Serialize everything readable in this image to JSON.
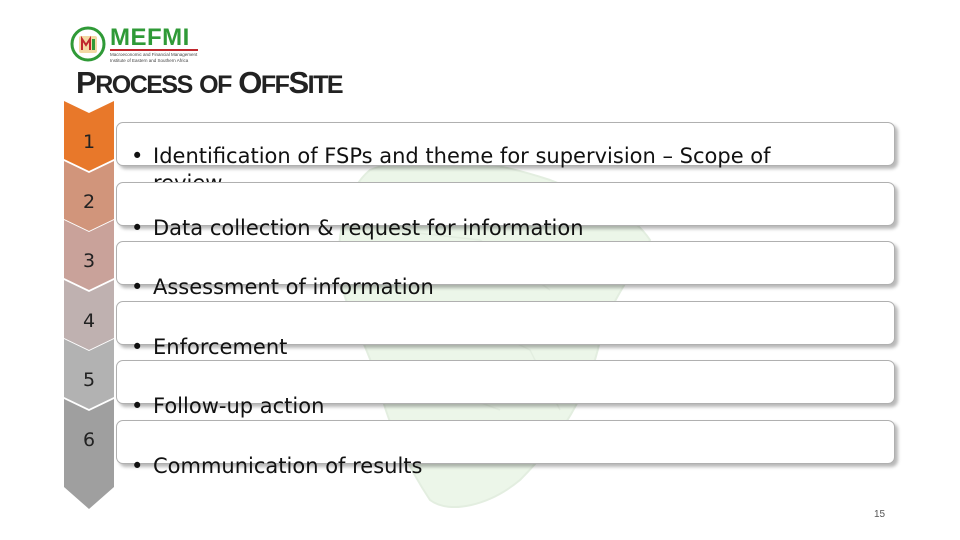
{
  "logo": {
    "wordmark": "MEFMI",
    "tagline": "Macroeconomic and Financial Management Institute of Eastern and Southern Africa"
  },
  "title": {
    "p1_big": "P",
    "p1_small": "ROCESS",
    "of": "OF",
    "p2_big": "O",
    "p2_small": "FF",
    "p3_big": "S",
    "p3_small": "ITE"
  },
  "steps": [
    {
      "number": "1",
      "text": "Identification of FSPs and theme for supervision – Scope of\nreview",
      "color": "#e8782a"
    },
    {
      "number": "2",
      "text": "Data collection & request for information",
      "color": "#d1957b"
    },
    {
      "number": "3",
      "text": "Assessment of information",
      "color": "#c9a29a"
    },
    {
      "number": "4",
      "text": "Enforcement",
      "color": "#bfb1b0"
    },
    {
      "number": "5",
      "text": "Follow-up action",
      "color": "#b2b2b2"
    },
    {
      "number": "6",
      "text": "Communication of results",
      "color": "#9f9f9f"
    }
  ],
  "bullet": "•",
  "page_number": "15",
  "colors": {
    "brand_green": "#2f9a37",
    "brand_red": "#c0272d",
    "accent_orange": "#e8782a"
  },
  "background_watermark": "africa-map-icon"
}
